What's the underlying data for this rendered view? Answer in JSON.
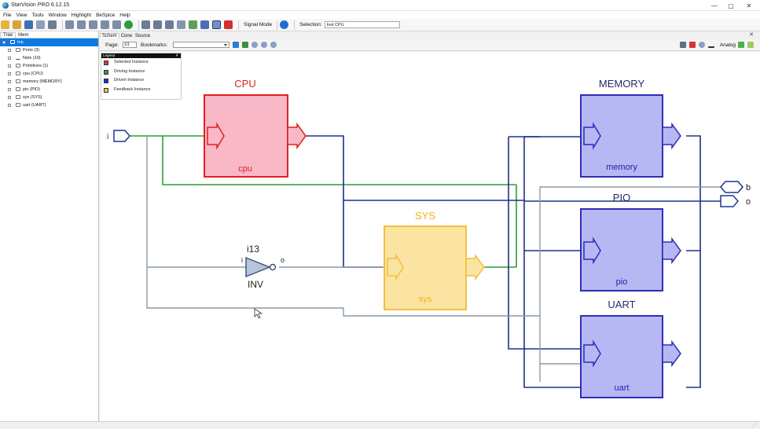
{
  "window": {
    "title": "StarVision PRO 6.12.15",
    "min": "—",
    "max": "▢",
    "close": "✕"
  },
  "menu": [
    "File",
    "View",
    "Tools",
    "Window",
    "Highlight",
    "BeSpice",
    "Help"
  ],
  "toolbar": {
    "signal_mode": "Signal Mode",
    "selection_label": "Selection:",
    "selection_value": "Inst CPU"
  },
  "left_panel": {
    "tabs": [
      "Tree",
      "Mem"
    ],
    "tree": [
      {
        "label": "top",
        "level": 0,
        "selected": true
      },
      {
        "label": "Ports (3)",
        "level": 1
      },
      {
        "label": "Nets (10)",
        "level": 1
      },
      {
        "label": "Primitives (1)",
        "level": 1
      },
      {
        "label": "cpu (CPU)",
        "level": 1
      },
      {
        "label": "memory (MEMORY)",
        "level": 1
      },
      {
        "label": "pio (PIO)",
        "level": 1
      },
      {
        "label": "sys (SYS)",
        "level": 1
      },
      {
        "label": "uart (UART)",
        "level": 1
      }
    ]
  },
  "view_tabs": [
    "Schem",
    "Cone",
    "Source"
  ],
  "subtoolbar": {
    "page_label": "Page:",
    "page_value": "1/1",
    "bookmarks_label": "Bookmarks:",
    "analog_label": "Analog"
  },
  "legend": {
    "title": "Legend",
    "items": [
      {
        "label": "Selected Instance",
        "color": "#e53935"
      },
      {
        "label": "Driving Instance",
        "color": "#2e9b3a"
      },
      {
        "label": "Driven Instance",
        "color": "#1a2fd0"
      },
      {
        "label": "Feedback Instance",
        "color": "#f2c14b"
      }
    ]
  },
  "schematic": {
    "blocks": [
      {
        "title": "CPU",
        "name": "cpu",
        "fill": "#f8b8c8",
        "stroke": "#e02020",
        "text": "#e02020"
      },
      {
        "title": "SYS",
        "name": "sys",
        "fill": "#fbe3a2",
        "stroke": "#f0c040",
        "text": "#f0b020"
      },
      {
        "title": "MEMORY",
        "name": "memory",
        "fill": "#b7b7f4",
        "stroke": "#2d2db8",
        "text": "#2222aa"
      },
      {
        "title": "PIO",
        "name": "pio",
        "fill": "#b7b7f4",
        "stroke": "#2d2db8",
        "text": "#2222aa"
      },
      {
        "title": "UART",
        "name": "uart",
        "fill": "#b7b7f4",
        "stroke": "#2d2db8",
        "text": "#2222aa"
      }
    ],
    "inverter": {
      "inst": "i13",
      "type": "INV",
      "in": "i",
      "out": "o"
    },
    "ports": {
      "input": "i",
      "outputs": [
        "b",
        "o"
      ]
    }
  }
}
